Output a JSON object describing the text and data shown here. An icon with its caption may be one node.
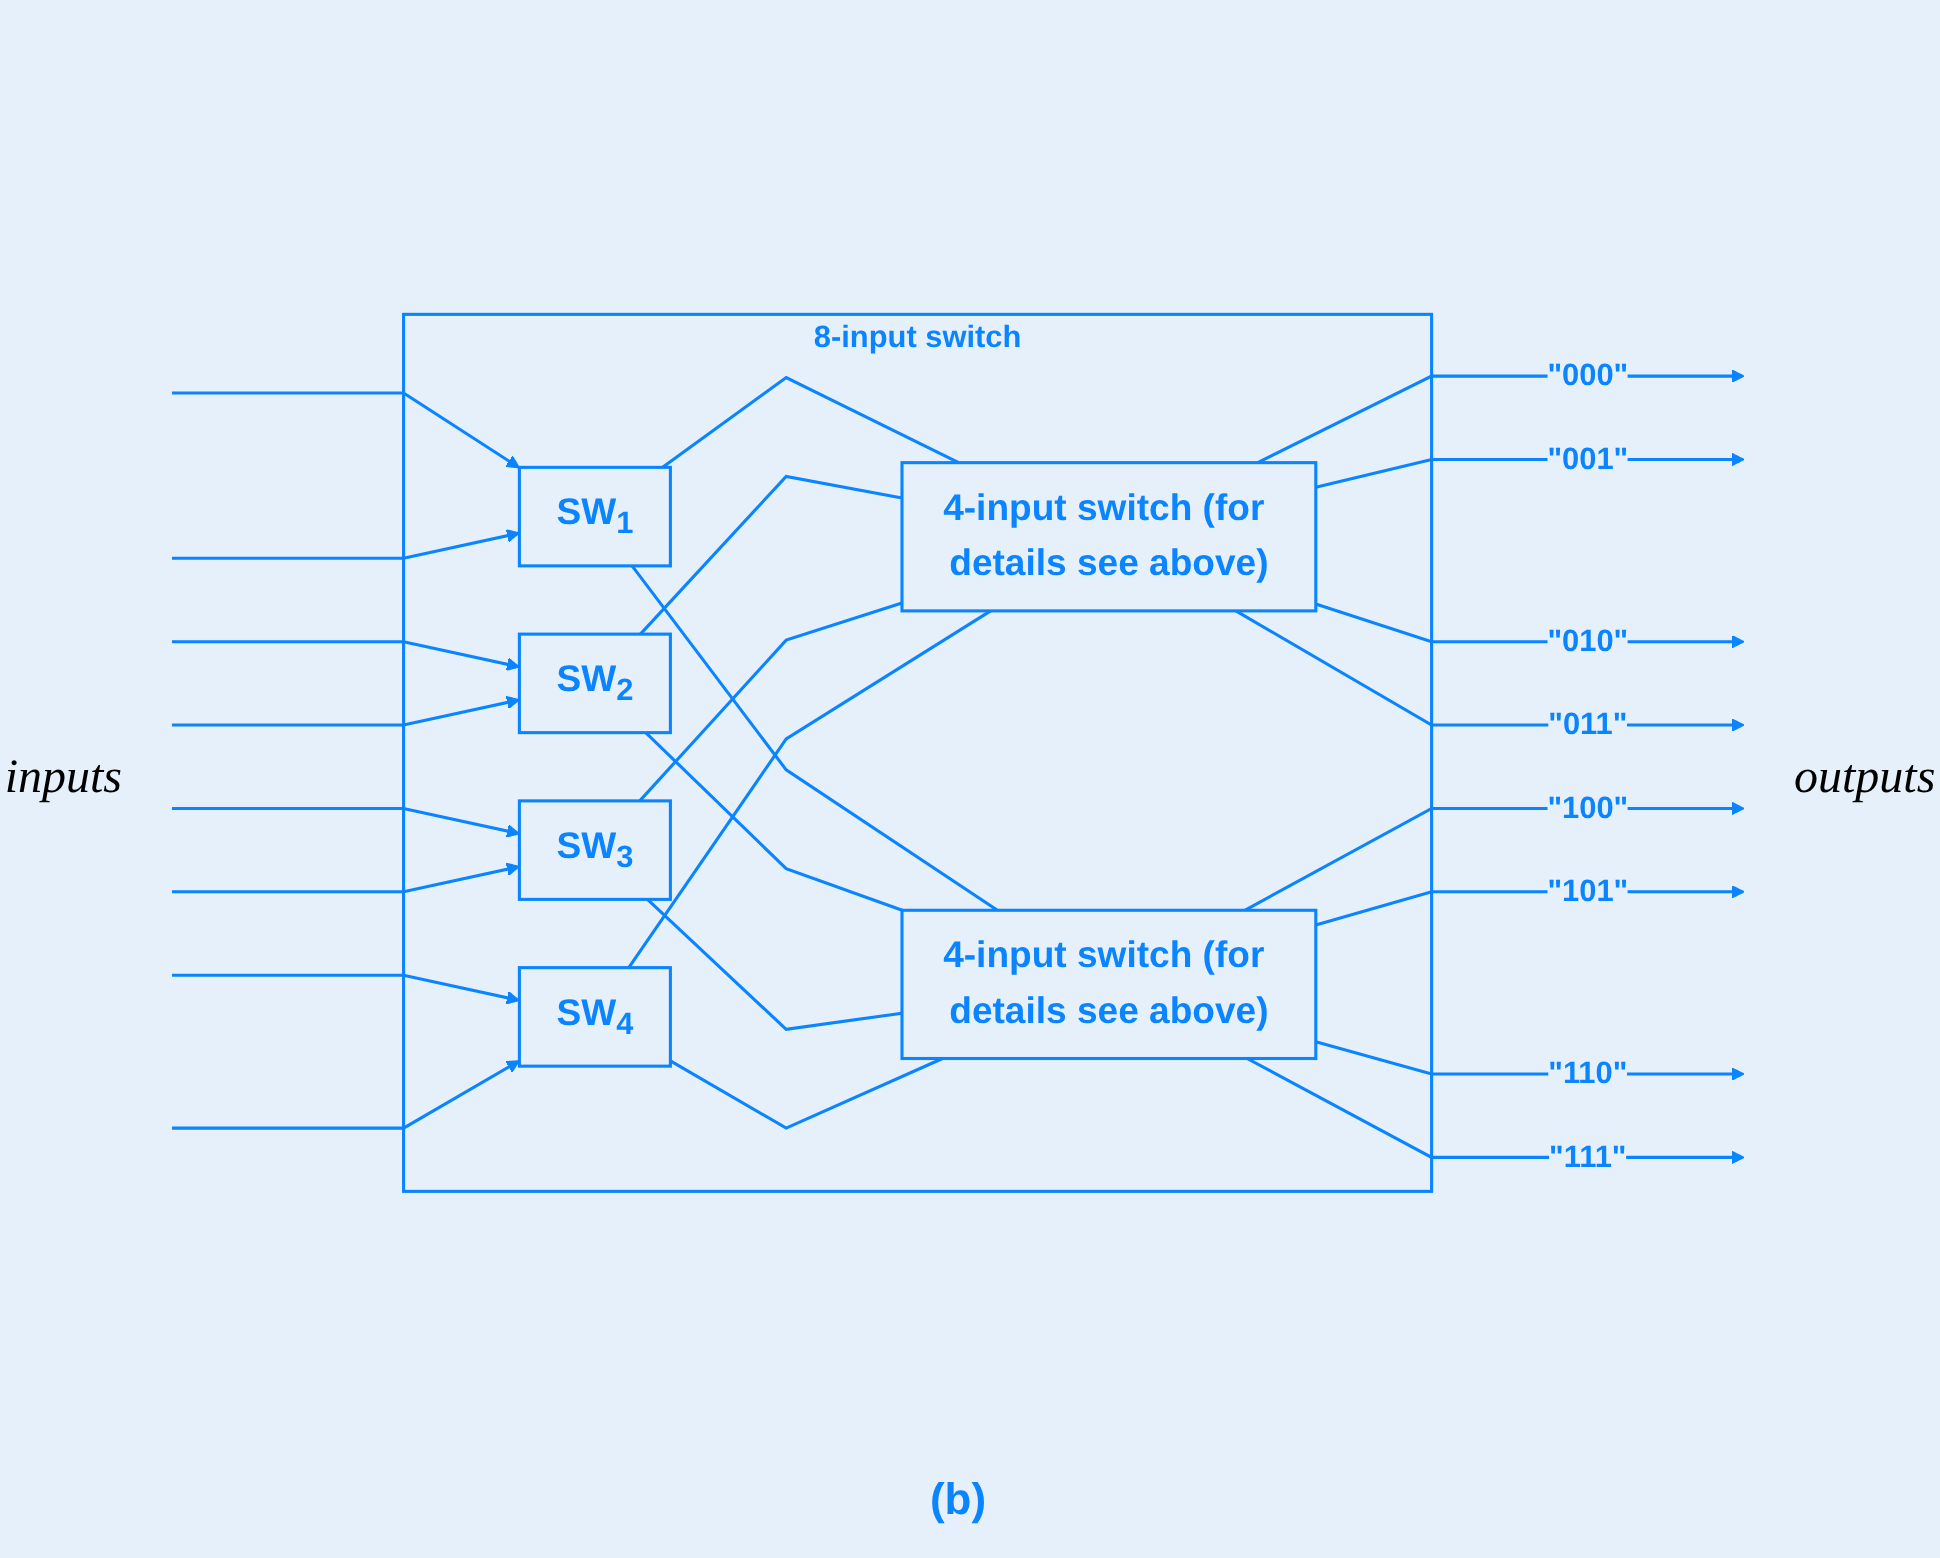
{
  "diagram": {
    "caption": "(b)",
    "nodes": [
      {
        "text": [
          "8-input switch"
        ]
      },
      {
        "text": [
          "SW$_{1}$"
        ],
        "in": 0
      },
      {
        "text": [
          "SW$_{2}$"
        ],
        "in": 0
      },
      {
        "text": [
          "SW$_{3}$"
        ],
        "in": 0
      },
      {
        "text": [
          "SW$_{4}$"
        ],
        "in": 0
      },
      {
        "text": [
          "4-input switch (for details see above)"
        ],
        "in": 0
      },
      {
        "text": [
          "4-input switch (for details see above)"
        ],
        "in": 0
      }
    ],
    "edges": [
      {
        "from": null,
        "to": 1,
        "arrow": "to"
      },
      {
        "from": null,
        "to": 1,
        "arrow": "to"
      },
      {
        "from": null,
        "to": 2,
        "arrow": "to"
      },
      {
        "from": null,
        "to": 2,
        "arrow": "to"
      },
      {
        "from": null,
        "to": 3,
        "arrow": "to"
      },
      {
        "from": null,
        "to": 3,
        "arrow": "to"
      },
      {
        "from": null,
        "to": 4,
        "arrow": "to"
      },
      {
        "from": null,
        "to": 4,
        "arrow": "to"
      },
      {
        "from": 1,
        "to": 5,
        "arrow": "none"
      },
      {
        "from": 1,
        "to": 6,
        "arrow": "none"
      },
      {
        "from": 2,
        "to": 5,
        "arrow": "none"
      },
      {
        "from": 2,
        "to": 6,
        "arrow": "none"
      },
      {
        "from": 3,
        "to": 5,
        "arrow": "none"
      },
      {
        "from": 3,
        "to": 6,
        "arrow": "none"
      },
      {
        "from": 4,
        "to": 5,
        "arrow": "none"
      },
      {
        "from": 4,
        "to": 6,
        "arrow": "none"
      },
      {
        "from": 5,
        "to": null,
        "arrow": "to",
        "label": "\"000\""
      },
      {
        "from": 5,
        "to": null,
        "arrow": "to",
        "label": "\"001\""
      },
      {
        "from": 5,
        "to": null,
        "arrow": "to",
        "label": "\"010\""
      },
      {
        "from": 5,
        "to": null,
        "arrow": "to",
        "label": "\"011\""
      },
      {
        "from": 6,
        "to": null,
        "arrow": "to",
        "label": "\"100\""
      },
      {
        "from": 6,
        "to": null,
        "arrow": "to",
        "label": "\"101\""
      },
      {
        "from": 6,
        "to": null,
        "arrow": "to",
        "label": "\"110\""
      },
      {
        "from": 6,
        "to": null,
        "arrow": "to",
        "label": "\"111\""
      }
    ],
    "labels": [
      "inputs",
      "outputs"
    ]
  }
}
